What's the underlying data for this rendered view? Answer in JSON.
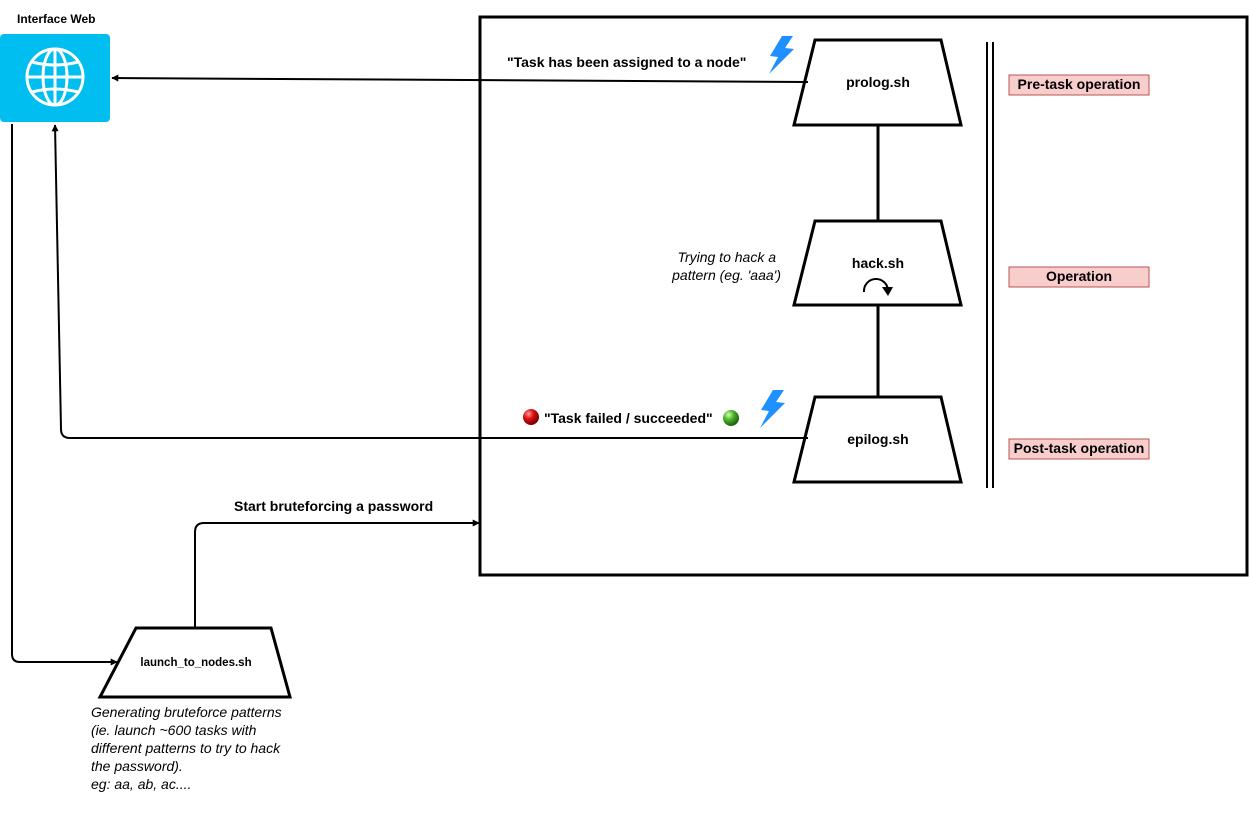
{
  "web_interface": {
    "label": "Interface Web",
    "icon": "globe-icon",
    "tile_color": "#00beef"
  },
  "messages": {
    "assigned": "\"Task has been assigned to a node\"",
    "result": "\"Task failed / succeeded\"",
    "start": "Start bruteforcing a password"
  },
  "scripts": {
    "prolog": "prolog.sh",
    "hack": "hack.sh",
    "epilog": "epilog.sh",
    "launcher": "launch_to_nodes.sh"
  },
  "hack_note": [
    "Trying to hack a",
    "pattern (eg. 'aaa')"
  ],
  "launcher_note": [
    "Generating bruteforce patterns",
    "(ie. launch ~600 tasks with",
    "different patterns to try to hack",
    "the password).",
    "eg: aa, ab, ac...."
  ],
  "stages": {
    "pre": "Pre-task operation",
    "op": "Operation",
    "post": "Post-task operation"
  },
  "colors": {
    "stage_fill": "#f8cecc",
    "stage_border": "#b85450",
    "lightning": "#1e90ff",
    "fail_dot": "#cc0000",
    "success_dot": "#44aa22"
  }
}
